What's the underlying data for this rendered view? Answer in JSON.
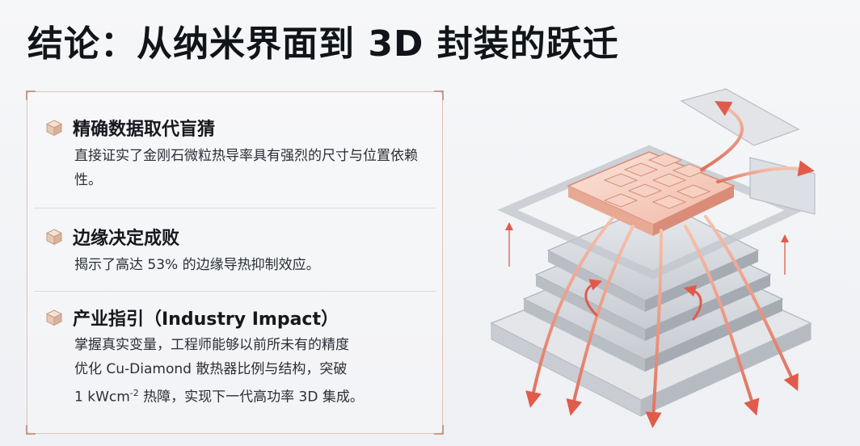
{
  "title": "结论：从纳米界面到 3D 封装的跃迁",
  "colors": {
    "accent": "#e07f6a",
    "border": "#e3c2b6",
    "text": "#1f232a"
  },
  "sections": [
    {
      "icon": "cube-icon",
      "heading": "精确数据取代盲猜",
      "body": "直接证实了金刚石微粒热导率具有强烈的尺寸与位置依赖性。"
    },
    {
      "icon": "cube-icon",
      "heading": "边缘决定成败",
      "body": "揭示了高达 53% 的边缘导热抑制效应。"
    },
    {
      "icon": "cube-icon",
      "heading": "产业指引（Industry Impact）",
      "body_line1": "掌握真实变量，工程师能够以前所未有的精度",
      "body_line2": "优化 Cu-Diamond 散热器比例与结构，突破",
      "body_line3_pre": "1 kWcm",
      "body_line3_sup": "-2",
      "body_line3_post": " 热障，实现下一代高功率 3D 集成。"
    }
  ]
}
